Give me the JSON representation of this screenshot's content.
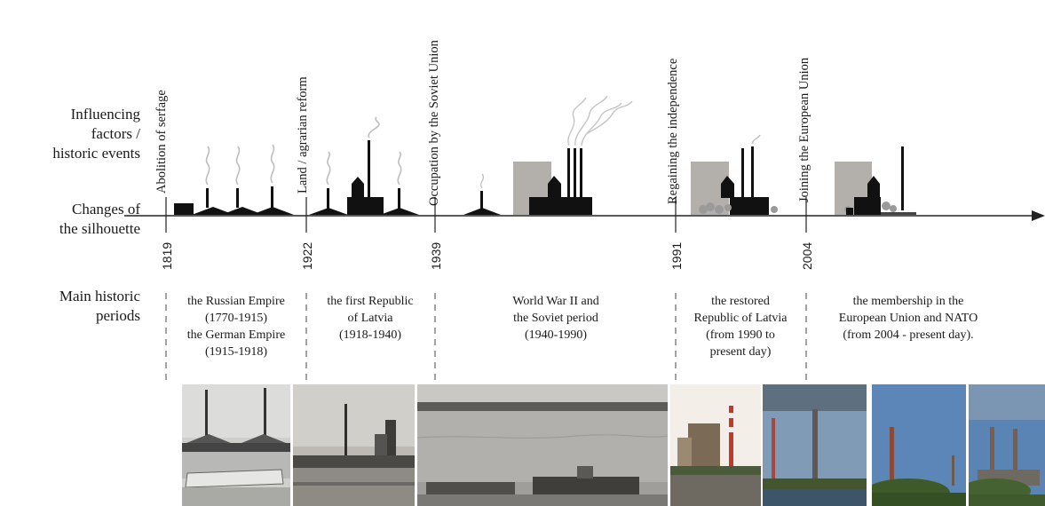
{
  "row_labels": {
    "influencing": [
      "Influencing",
      "factors /",
      "historic events"
    ],
    "silhouette": [
      "Changes of",
      "the silhouette"
    ],
    "periods": [
      "Main historic",
      "periods"
    ]
  },
  "events": [
    {
      "label": "Abolition of serfage"
    },
    {
      "label": "Land / agrarian reform"
    },
    {
      "label": "Occupation by the Soviet Union"
    },
    {
      "label": "Regaining the independence"
    },
    {
      "label": "Joining the European Union"
    }
  ],
  "years": [
    "1819",
    "1922",
    "1939",
    "1991",
    "2004"
  ],
  "periods": [
    {
      "lines": [
        "the Russian Empire",
        "(1770-1915)",
        "the German Empire",
        "(1915-1918)"
      ]
    },
    {
      "lines": [
        "the first Republic",
        "of Latvia",
        "(1918-1940)"
      ]
    },
    {
      "lines": [
        "World War II and",
        "the Soviet period",
        "(1940-1990)"
      ]
    },
    {
      "lines": [
        "the restored",
        "Republic of Latvia",
        "(from 1990 to",
        "present day)"
      ]
    },
    {
      "lines": [
        "the membership in the",
        "European Union and NATO",
        "(from 2004 - present day)."
      ]
    }
  ],
  "colors": {
    "silhouette": "#111111",
    "building_gray": "#b3afaa",
    "axis": "#222222"
  }
}
